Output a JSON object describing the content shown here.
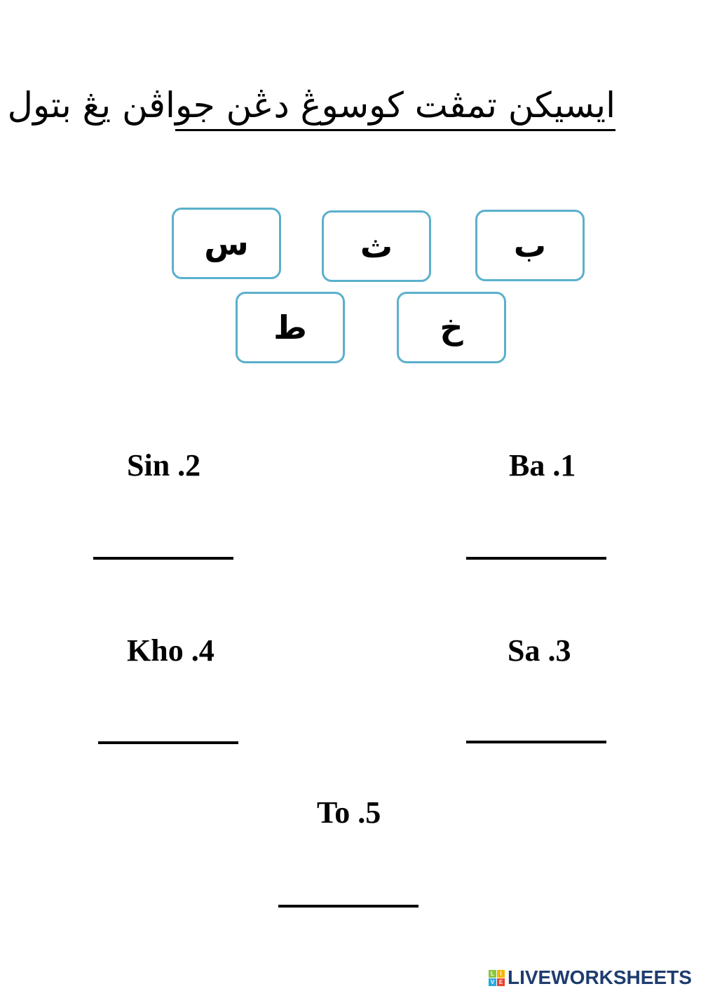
{
  "title": "ايسيكن تمڤت كوسوڠ دڠن جواڤن يڠ بتول",
  "cards": [
    "س",
    "ث",
    "ب",
    "ط",
    "خ"
  ],
  "questions": [
    {
      "label": "Ba .1"
    },
    {
      "label": "Sin .2"
    },
    {
      "label": "Sa .3"
    },
    {
      "label": "Kho .4"
    },
    {
      "label": "To .5"
    }
  ],
  "accent_color": "#5ab0cc",
  "logo": {
    "text": "LIVEWORKSHEETS",
    "letters": [
      "L",
      "I",
      "V",
      "E"
    ]
  }
}
